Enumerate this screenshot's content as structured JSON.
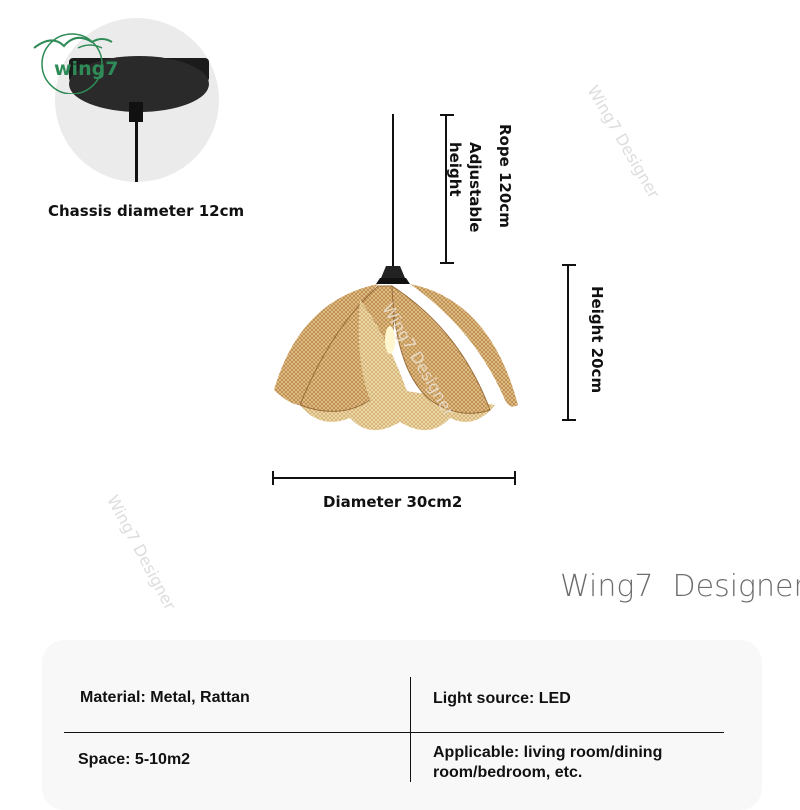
{
  "brand": {
    "logo_text": "wing7",
    "logo_color": "#2e8b57"
  },
  "chassis": {
    "label": "Chassis diameter 12cm"
  },
  "dimensions": {
    "rope": "Rope 120cm",
    "adjustable_line1": "Adjustable",
    "adjustable_line2": "height",
    "height": "Height 20cm",
    "diameter": "Diameter 30cm2"
  },
  "watermark": {
    "text": "Wing7 Designer",
    "corner_text": "Wing7  Designer"
  },
  "specs": {
    "material": "Material: Metal, Rattan",
    "light_source": "Light source: LED",
    "space": "Space: 5-10m2",
    "applicable_line1": "Applicable: living room/dining",
    "applicable_line2": "room/bedroom, etc."
  },
  "colors": {
    "rattan": "#b5874f",
    "rattan_light": "#e8cf95",
    "chassis_bg": "#ebebeb"
  }
}
